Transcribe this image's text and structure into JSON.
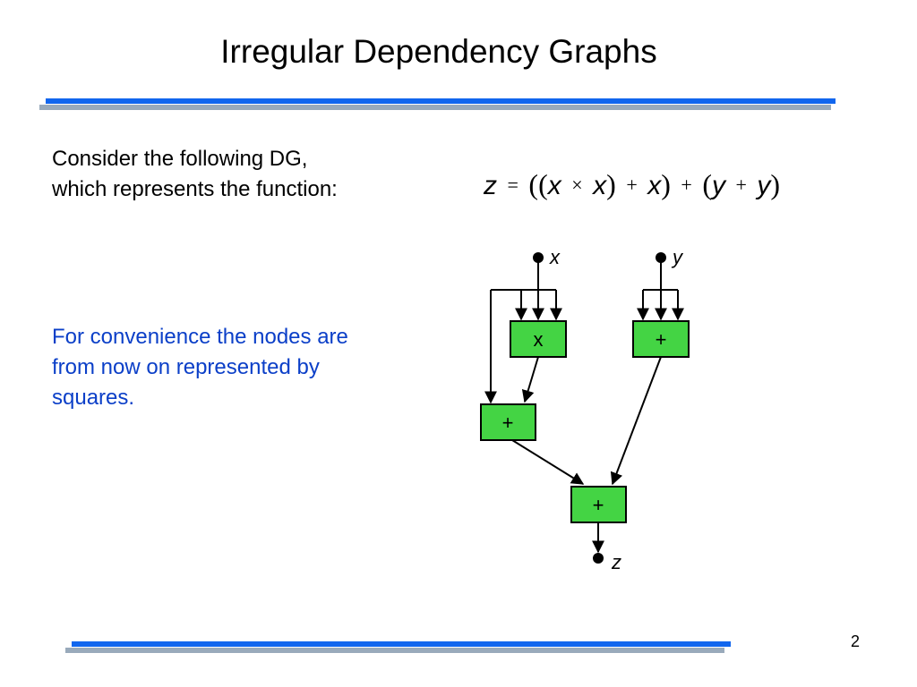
{
  "slide": {
    "title": "Irregular Dependency Graphs",
    "page_number": "2"
  },
  "intro_lines": [
    "Consider the following DG,",
    "which represents the function:"
  ],
  "note_lines": [
    "For convenience the nodes are",
    "from now on represented by",
    "squares."
  ],
  "formula": {
    "lhs": "z",
    "equals": "=",
    "open_outer": "((",
    "x1": "x",
    "times": "×",
    "x2": "x",
    "close1": ")",
    "plus1": "+",
    "x3": "x",
    "close2": ")",
    "plus2": "+",
    "open3": "(",
    "y1": "y",
    "plus3": "+",
    "y2": "y",
    "close3": ")"
  },
  "graph": {
    "inputs": {
      "x": "x",
      "y": "y"
    },
    "output": "z",
    "nodes": {
      "mult": "x",
      "add_y": "+",
      "add_x": "+",
      "add_final": "+"
    }
  },
  "colors": {
    "title_rule": "#1166ee",
    "rule_shadow": "#99aabb",
    "node_fill": "#44d444",
    "note_text": "#0b3fc8"
  }
}
